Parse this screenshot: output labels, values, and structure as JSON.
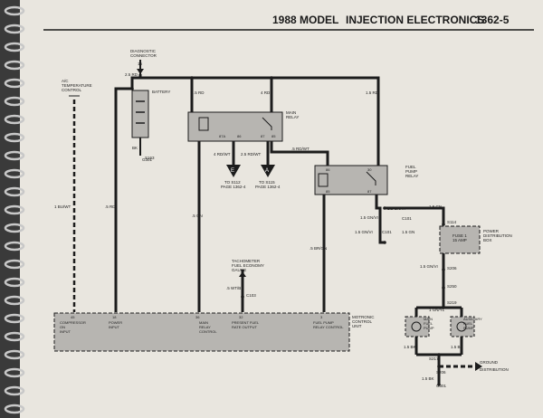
{
  "header": {
    "model": "1988 MODEL",
    "section": "INJECTION ELECTRONICS",
    "page": "1362-5"
  },
  "components": {
    "diagnostic_connector": [
      "DIAGNOSTIC",
      "CONNECTOR"
    ],
    "ac_temp_control": [
      "A/C",
      "TEMPERATURE",
      "CONTROL"
    ],
    "battery": "BATTERY",
    "main_relay": [
      "MAIN",
      "RELAY"
    ],
    "fuel_pump_relay": [
      "FUEL",
      "PUMP",
      "RELAY"
    ],
    "power_distribution_box": [
      "POWER",
      "DISTRIBUTION",
      "BOX"
    ],
    "fuse_label": [
      "FUSE 1",
      "15 AMP"
    ],
    "tach_gauge": [
      "TACHOMETER",
      "FUEL ECONOMY",
      "GAUGE"
    ],
    "motronic": [
      "MOTRONIC",
      "CONTROL",
      "UNIT"
    ],
    "main_fuel_pump": [
      "MAIN",
      "FUEL",
      "PUMP"
    ],
    "aux_fuel_pump": [
      "AUXILIARY",
      "FUEL",
      "PUMP"
    ],
    "ground_distribution": [
      "GROUND",
      "DISTRIBUTION"
    ]
  },
  "wire_labels": {
    "w_25rd": "2.5 RD",
    "w_4rd": "4 RD",
    "w_5rd": ".5 RD",
    "w_15rd": "1.5 RD",
    "w_1buwt": "1 BU/WT",
    "w_5rd_b": ".5 RD",
    "w_5gn": ".5 GN",
    "w_4rdwt": "4 RD/WT",
    "w_25rdwt": "2.5 RD/WT",
    "w_5rdwt": ".5 RD/WT",
    "w_5brgn": ".5 BR/GN",
    "w_5wtbk": ".5 WT/BK",
    "w_15gnvi_a": "1.5 GN/VI",
    "w_15gnvi_b": "1.5 GN/VI",
    "w_15gn": "1.5 GN",
    "w_15gn_b": "1.5 GN",
    "w_15gnvi_c": "1.5 GN/VI",
    "w_1gnyl": "1 GN/YL",
    "w_15bk_a": "1.5 BK",
    "w_15bk_b": "1.5 BK",
    "w_15bk_c": "1.5 BK",
    "w_gnvi_small": "1.5 GN/VI",
    "bk": "BK"
  },
  "connectors": {
    "s163": "S163",
    "c101": "C101",
    "c101b": "C101",
    "c103": "C103",
    "s114": "S114",
    "s206": "S206",
    "s250": "S250",
    "s219": "S219",
    "s217": "S217",
    "s206b": "S206",
    "g301": "G301"
  },
  "pins": {
    "p15": "15",
    "p30": "30",
    "p87a": "87A",
    "p87": "87",
    "p86": "86",
    "p85": "85",
    "p30b": "30",
    "p87b": "87",
    "p86b": "86",
    "p85b": "85",
    "p45": "45",
    "p18": "18",
    "p36": "36",
    "p32": "32",
    "p3": "3"
  },
  "ecu_pins": [
    {
      "pin": "45",
      "label": [
        "COMPRESSOR",
        "ON",
        "INPUT"
      ]
    },
    {
      "pin": "18",
      "label": [
        "POWER",
        "INPUT"
      ]
    },
    {
      "pin": "36",
      "label": [
        "MAIN",
        "RELAY",
        "CONTROL"
      ]
    },
    {
      "pin": "32",
      "label": [
        "PRESENT FUEL",
        "RATE OUTPUT"
      ]
    },
    {
      "pin": "3",
      "label": [
        "FUEL PUMP",
        "RELAY CONTROL"
      ]
    }
  ],
  "refs": {
    "e_letter": "E",
    "a_letter": "A",
    "e_ref": [
      "TO S112",
      "PAGE 1362-4"
    ],
    "a_ref": [
      "TO S115",
      "PAGE 1362-4"
    ]
  },
  "colors": {
    "paper": "#e9e6df",
    "ink": "#1c1c1c",
    "box_fill": "#b7b5b1"
  }
}
